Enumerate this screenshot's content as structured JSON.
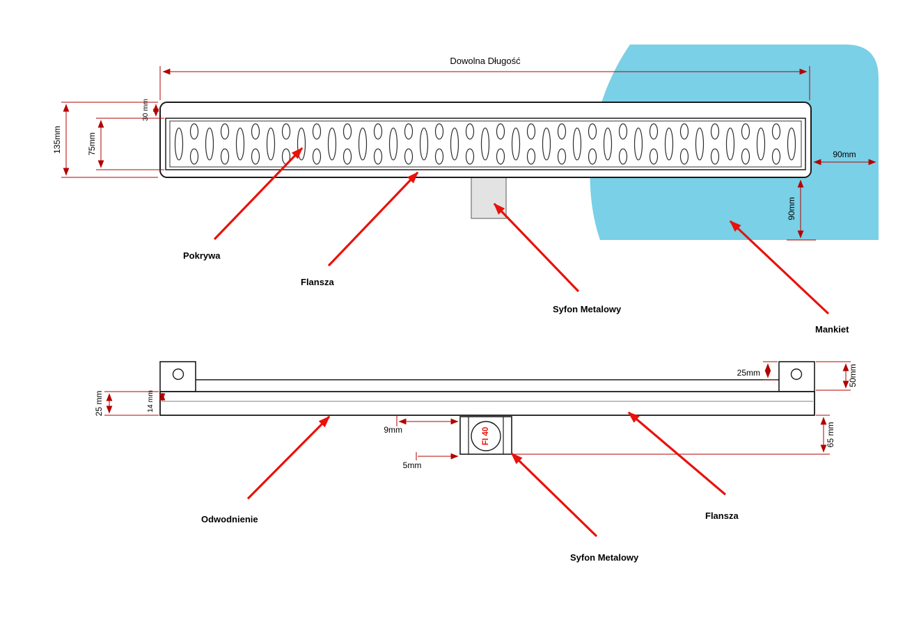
{
  "top_view": {
    "length_dim": "Dowolna Długość",
    "dim_135": "135mm",
    "dim_75": "75mm",
    "dim_30": "30 mm",
    "dim_90_horizontal": "90mm",
    "dim_90_vertical": "90mm",
    "label_pokrywa": "Pokrywa",
    "label_flansza": "Flansza",
    "label_syfon_metalowy": "Syfon Metalowy",
    "label_mankiet": "Mankiet"
  },
  "side_view": {
    "dim_25_top": "25mm",
    "dim_50": "50mm",
    "dim_25_left": "25 mm",
    "dim_14": "14 mm",
    "dim_9": "9mm",
    "dim_5": "5mm",
    "dim_65": "65 mm",
    "siphon_marking": "FI 40",
    "label_odwodnienie": "Odwodnienie",
    "label_syfon_metalowy": "Syfon Metalowy",
    "label_flansza": "Flansza"
  },
  "colors": {
    "membrane_blue": "#7ad0e6",
    "leader_arrow_red": "#e8120a",
    "dimension_line_red": "#b30000",
    "outline_black": "#1a1a1a"
  }
}
